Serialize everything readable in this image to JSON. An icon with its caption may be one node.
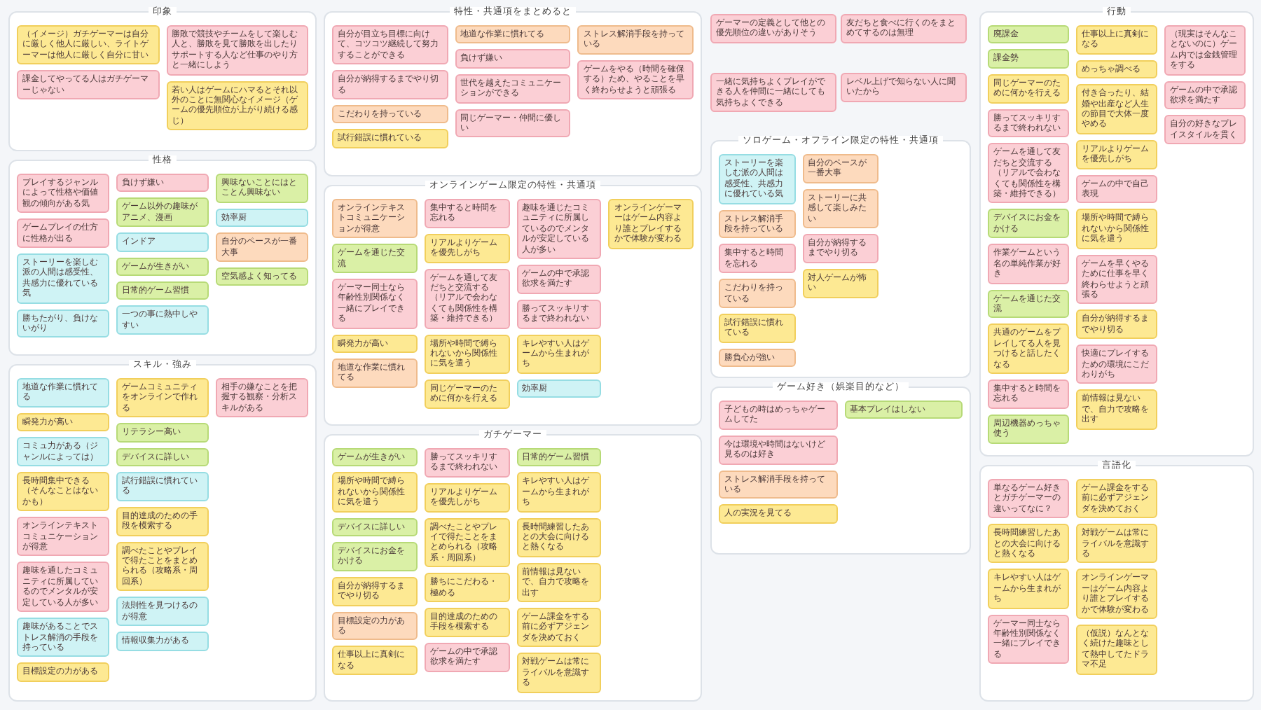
{
  "diagram": {
    "nodes": [
      {
        "text": [
          "印象"
        ]
      },
      {
        "text": [
          "（イメージ）ガチゲーマーは自分に厳しく他人に厳しい、ライトゲーマーは他人に厳しく自分に甘い"
        ],
        "in": 0
      },
      {
        "text": [
          "課金してやってる人はガチゲーマーじゃない"
        ],
        "in": 0
      },
      {
        "text": [
          "勝敗で競技やチームをして楽しむ人と、勝敗を見て勝敗を出したりサポートする人など仕事のやり方と一緒にしよう"
        ],
        "in": 0
      },
      {
        "text": [
          "若い人はゲームにハマるとそれ以外のことに無関心なイメージ（ゲームの優先順位が上がり続ける感じ）"
        ],
        "in": 0
      },
      {
        "text": [
          "性格"
        ]
      },
      {
        "text": [
          "プレイするジャンルによって性格や価値観の傾向がある気"
        ],
        "in": 5
      },
      {
        "text": [
          "ゲームプレイの仕方に性格が出る"
        ],
        "in": 5
      },
      {
        "text": [
          "ストーリーを楽しむ派の人間は感受性、共感力に優れている気"
        ],
        "in": 5
      },
      {
        "text": [
          "勝ちたがり、負けないがり"
        ],
        "in": 5
      },
      {
        "text": [
          "負けず嫌い"
        ],
        "in": 5
      },
      {
        "text": [
          "ゲーム以外の趣味がアニメ、漫画"
        ],
        "in": 5
      },
      {
        "text": [
          "インドア"
        ],
        "in": 5
      },
      {
        "text": [
          "ゲームが生きがい"
        ],
        "in": 5
      },
      {
        "text": [
          "日常的ゲーム習慣"
        ],
        "in": 5
      },
      {
        "text": [
          "一つの事に熱中しやすい"
        ],
        "in": 5
      },
      {
        "text": [
          "興味ないことにはとことん興味ない"
        ],
        "in": 5
      },
      {
        "text": [
          "効率厨"
        ],
        "in": 5
      },
      {
        "text": [
          "自分のペースが一番大事"
        ],
        "in": 5
      },
      {
        "text": [
          "空気感よく知ってる"
        ],
        "in": 5
      },
      {
        "text": [
          "特性・共通項をまとめると"
        ]
      },
      {
        "text": [
          "自分が目立ち目標に向けて、コツコツ継続して努力することができる"
        ],
        "in": 20
      },
      {
        "text": [
          "自分が納得するまでやり切る"
        ],
        "in": 20
      },
      {
        "text": [
          "こだわりを持っている"
        ],
        "in": 20
      },
      {
        "text": [
          "試行錯誤に慣れている"
        ],
        "in": 20
      },
      {
        "text": [
          "地道な作業に慣れてる"
        ],
        "in": 20
      },
      {
        "text": [
          "負けず嫌い"
        ],
        "in": 20
      },
      {
        "text": [
          "世代を越えたコミュニケーションができる"
        ],
        "in": 20
      },
      {
        "text": [
          "同じゲーマー・仲間に優しい"
        ],
        "in": 20
      },
      {
        "text": [
          "ストレス解消手段を持っている"
        ],
        "in": 20
      },
      {
        "text": [
          "ゲームをやる（時間を確保する）ため、やることを早く終わらせようと頑張る"
        ],
        "in": 20
      },
      {
        "text": [
          "ゲーマーの定義として他との優先順位の違いがありそう"
        ]
      },
      {
        "text": [
          "友だちと食べに行くのをまとめてするのは無理"
        ]
      },
      {
        "text": [
          "一緒に気持ちよくプレイができる人を仲間に一緒にしても気持ちよくできる"
        ]
      },
      {
        "text": [
          "レベル上げで知らない人に聞いたから"
        ]
      },
      {
        "text": [
          "オンラインゲーム限定の特性・共通項"
        ]
      },
      {
        "text": [
          "オンラインテキストコミュニケーションが得意"
        ],
        "in": 35
      },
      {
        "text": [
          "ゲームを通じた交流"
        ],
        "in": 35
      },
      {
        "text": [
          "ゲーマー同士なら年齢性別関係なく一緒にプレイできる"
        ],
        "in": 35
      },
      {
        "text": [
          "瞬発力が高い"
        ],
        "in": 35
      },
      {
        "text": [
          "地道な作業に慣れてる"
        ],
        "in": 35
      },
      {
        "text": [
          "集中すると時間を忘れる"
        ],
        "in": 35
      },
      {
        "text": [
          "リアルよりゲームを優先しがち"
        ],
        "in": 35
      },
      {
        "text": [
          "ゲームを通して友だちと交流する（リアルで会わなくても関係性を構築・維持できる）"
        ],
        "in": 35
      },
      {
        "text": [
          "場所や時間で縛られないから関係性に気を遣う"
        ],
        "in": 35
      },
      {
        "text": [
          "同じゲーマーのために何かを行える"
        ],
        "in": 35
      },
      {
        "text": [
          "趣味を通じたコミュニティに所属しているのでメンタルが安定している人が多い"
        ],
        "in": 35
      },
      {
        "text": [
          "ゲームの中で承認欲求を満たす"
        ],
        "in": 35
      },
      {
        "text": [
          "勝ってスッキリするまで終われない"
        ],
        "in": 35
      },
      {
        "text": [
          "キレやすい人はゲームから生まれがち"
        ],
        "in": 35
      },
      {
        "text": [
          "効率厨"
        ],
        "in": 35
      },
      {
        "text": [
          "オンラインゲーマーはゲーム内容より誰とプレイするかで体験が変わる"
        ],
        "in": 35
      },
      {
        "text": [
          "ソロゲーム・オフライン限定の特性・共通項"
        ]
      },
      {
        "text": [
          "ストーリーを楽しむ派の人間は感受性、共感力に優れている気"
        ],
        "in": 52
      },
      {
        "text": [
          "ストレス解消手段を持っている"
        ],
        "in": 52
      },
      {
        "text": [
          "集中すると時間を忘れる"
        ],
        "in": 52
      },
      {
        "text": [
          "こだわりを持っている"
        ],
        "in": 52
      },
      {
        "text": [
          "試行錯誤に慣れている"
        ],
        "in": 52
      },
      {
        "text": [
          "勝負心が強い"
        ],
        "in": 52
      },
      {
        "text": [
          "自分のペースが一番大事"
        ],
        "in": 52
      },
      {
        "text": [
          "ストーリーに共感して楽しみたい"
        ],
        "in": 52
      },
      {
        "text": [
          "自分が納得するまでやり切る"
        ],
        "in": 52
      },
      {
        "text": [
          "対人ゲームが怖い"
        ],
        "in": 52
      },
      {
        "text": [
          "行動"
        ]
      },
      {
        "text": [
          "廃課金"
        ],
        "in": 63
      },
      {
        "text": [
          "課金勢"
        ],
        "in": 63
      },
      {
        "text": [
          "同じゲーマーのために何かを行える"
        ],
        "in": 63
      },
      {
        "text": [
          "勝ってスッキリするまで終われない"
        ],
        "in": 63
      },
      {
        "text": [
          "ゲームを通して友だちと交流する（リアルで会わなくても関係性を構築・維持できる）"
        ],
        "in": 63
      },
      {
        "text": [
          "デバイスにお金をかける"
        ],
        "in": 63
      },
      {
        "text": [
          "作業ゲームという名の単純作業が好き"
        ],
        "in": 63
      },
      {
        "text": [
          "ゲームを通じた交流"
        ],
        "in": 63
      },
      {
        "text": [
          "共通のゲームをプレイしてる人を見つけると話したくなる"
        ],
        "in": 63
      },
      {
        "text": [
          "集中すると時間を忘れる"
        ],
        "in": 63
      },
      {
        "text": [
          "周辺機器めっちゃ使う"
        ],
        "in": 63
      },
      {
        "text": [
          "仕事以上に真剣になる"
        ],
        "in": 63
      },
      {
        "text": [
          "めっちゃ調べる"
        ],
        "in": 63
      },
      {
        "text": [
          "付き合ったり、結婚や出産など人生の節目で大体一度やめる"
        ],
        "in": 63
      },
      {
        "text": [
          "リアルよりゲームを優先しがち"
        ],
        "in": 63
      },
      {
        "text": [
          "ゲームの中で自己表現"
        ],
        "in": 63
      },
      {
        "text": [
          "場所や時間で縛られないから関係性に気を遣う"
        ],
        "in": 63
      },
      {
        "text": [
          "ゲームを早くやるために仕事を早く終わらせようと頑張る"
        ],
        "in": 63
      },
      {
        "text": [
          "自分が納得するまでやり切る"
        ],
        "in": 63
      },
      {
        "text": [
          "快適にプレイするための環境にこだわりがち"
        ],
        "in": 63
      },
      {
        "text": [
          "前情報は見ないで、自力で攻略を出す"
        ],
        "in": 63
      },
      {
        "text": [
          "（現実はそんなことないのに）ゲーム内では金銭管理をする"
        ],
        "in": 63
      },
      {
        "text": [
          "ゲームの中で承認欲求を満たす"
        ],
        "in": 63
      },
      {
        "text": [
          "自分の好きなプレイスタイルを貫く"
        ],
        "in": 63
      },
      {
        "text": [
          "スキル・強み"
        ]
      },
      {
        "text": [
          "地道な作業に慣れてる"
        ],
        "in": 88
      },
      {
        "text": [
          "瞬発力が高い"
        ],
        "in": 88
      },
      {
        "text": [
          "コミュ力がある（ジャンルによっては）"
        ],
        "in": 88
      },
      {
        "text": [
          "長時間集中できる（そんなことはないかも）"
        ],
        "in": 88
      },
      {
        "text": [
          "オンラインテキストコミュニケーションが得意"
        ],
        "in": 88
      },
      {
        "text": [
          "趣味を通したコミュニティに所属しているのでメンタルが安定している人が多い"
        ],
        "in": 88
      },
      {
        "text": [
          "趣味があることでストレス解消の手段を持っている"
        ],
        "in": 88
      },
      {
        "text": [
          "目標設定の力がある"
        ],
        "in": 88
      },
      {
        "text": [
          "ゲームコミュニティをオンラインで作れる"
        ],
        "in": 88
      },
      {
        "text": [
          "リテラシー高い"
        ],
        "in": 88
      },
      {
        "text": [
          "デバイスに詳しい"
        ],
        "in": 88
      },
      {
        "text": [
          "試行錯誤に慣れている"
        ],
        "in": 88
      },
      {
        "text": [
          "目的達成のための手段を模索する"
        ],
        "in": 88
      },
      {
        "text": [
          "調べたことやプレイで得たことをまとめられる（攻略系・周回系）"
        ],
        "in": 88
      },
      {
        "text": [
          "法則性を見つけるのが得意"
        ],
        "in": 88
      },
      {
        "text": [
          "情報収集力がある"
        ],
        "in": 88
      },
      {
        "text": [
          "相手の嫌なことを把握する観察・分析スキルがある"
        ],
        "in": 88
      },
      {
        "text": [
          "ガチゲーマー"
        ]
      },
      {
        "text": [
          "ゲームが生きがい"
        ],
        "in": 106
      },
      {
        "text": [
          "場所や時間で縛られないから関係性に気を遣う"
        ],
        "in": 106
      },
      {
        "text": [
          "デバイスに詳しい"
        ],
        "in": 106
      },
      {
        "text": [
          "デバイスにお金をかける"
        ],
        "in": 106
      },
      {
        "text": [
          "自分が納得するまでやり切る"
        ],
        "in": 106
      },
      {
        "text": [
          "目標設定の力がある"
        ],
        "in": 106
      },
      {
        "text": [
          "仕事以上に真剣になる"
        ],
        "in": 106
      },
      {
        "text": [
          "勝ってスッキリするまで終われない"
        ],
        "in": 106
      },
      {
        "text": [
          "リアルよりゲームを優先しがち"
        ],
        "in": 106
      },
      {
        "text": [
          "調べたことやプレイで得たことをまとめられる（攻略系・周回系）"
        ],
        "in": 106
      },
      {
        "text": [
          "勝ちにこだわる・極める"
        ],
        "in": 106
      },
      {
        "text": [
          "目的達成のための手段を模索する"
        ],
        "in": 106
      },
      {
        "text": [
          "ゲームの中で承認欲求を満たす"
        ],
        "in": 106
      },
      {
        "text": [
          "日常的ゲーム習慣"
        ],
        "in": 106
      },
      {
        "text": [
          "キレやすい人はゲームから生まれがち"
        ],
        "in": 106
      },
      {
        "text": [
          "長時間練習したあとの大会に向けると熱くなる"
        ],
        "in": 106
      },
      {
        "text": [
          "前情報は見ないで、自力で攻略を出す"
        ],
        "in": 106
      },
      {
        "text": [
          "ゲーム課金をする前に必ずアジェンダを決めておく"
        ],
        "in": 106
      },
      {
        "text": [
          "対戦ゲームは常にライバルを意識する"
        ],
        "in": 106
      },
      {
        "text": [
          "ゲーム好き（娯楽目的など）"
        ]
      },
      {
        "text": [
          "子どもの時はめっちゃゲームしてた"
        ],
        "in": 126
      },
      {
        "text": [
          "今は環境や時間はないけど見るのは好き"
        ],
        "in": 126
      },
      {
        "text": [
          "ストレス解消手段を持っている"
        ],
        "in": 126
      },
      {
        "text": [
          "人の実況を見てる"
        ],
        "in": 126
      },
      {
        "text": [
          "基本プレイはしない"
        ],
        "in": 126
      },
      {
        "text": [
          "言語化"
        ]
      },
      {
        "text": [
          "単なるゲーム好きとガチゲーマーの違いってなに？"
        ],
        "in": 132
      },
      {
        "text": [
          "長時間練習したあとの大会に向けると熱くなる"
        ],
        "in": 132
      },
      {
        "text": [
          "キレやすい人はゲームから生まれがち"
        ],
        "in": 132
      },
      {
        "text": [
          "ゲーマー同士なら年齢性別関係なく一緒にプレイできる"
        ],
        "in": 132
      },
      {
        "text": [
          "ゲーム課金をする前に必ずアジェンダを決めておく"
        ],
        "in": 132
      },
      {
        "text": [
          "対戦ゲームは常にライバルを意識する"
        ],
        "in": 132
      },
      {
        "text": [
          "オンラインゲーマーはゲーム内容より誰とプレイするかで体験が変わる"
        ],
        "in": 132
      },
      {
        "text": [
          "（仮説）なんとなく続けた趣味として熱中してたドラマ不足"
        ],
        "in": 132
      }
    ]
  }
}
